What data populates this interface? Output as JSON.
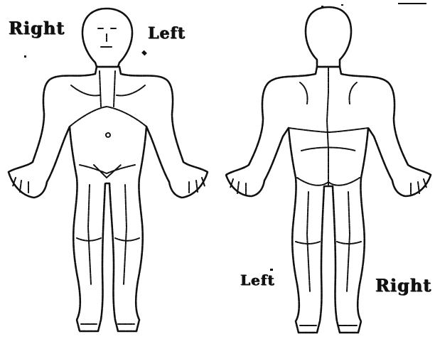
{
  "front_view": {
    "label_right": "Right",
    "label_left": "Left"
  },
  "back_view": {
    "label_left": "Left",
    "label_right": "Right"
  }
}
